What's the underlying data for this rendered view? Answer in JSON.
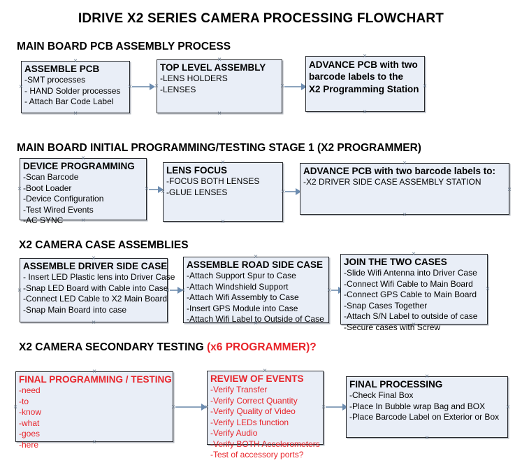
{
  "document": {
    "title": "IDRIVE X2  SERIES CAMERA PROCESSING FLOWCHART",
    "accent_color": "#e8242a",
    "box_fill": "#e9eef7",
    "box_border": "#26282c",
    "arrow_color": "#8ca4bd"
  },
  "sections": [
    {
      "heading": "MAIN BOARD PCB ASSEMBLY PROCESS",
      "heading_accent": "",
      "boxes": [
        {
          "head": "ASSEMBLE PCB",
          "lines": [
            "-SMT processes",
            "- HAND Solder processes",
            "- Attach Bar Code Label"
          ]
        },
        {
          "head": "TOP LEVEL ASSEMBLY",
          "lines": [
            "-LENS HOLDERS",
            "-LENSES"
          ]
        },
        {
          "head": "ADVANCE PCB with two",
          "lines": [
            "barcode labels to the",
            " X2 Programming Station"
          ]
        }
      ]
    },
    {
      "heading": "MAIN BOARD INITIAL PROGRAMMING/TESTING STAGE 1 (X2 PROGRAMMER)",
      "heading_accent": "",
      "boxes": [
        {
          "head": "DEVICE PROGRAMMING",
          "lines": [
            "-Scan Barcode",
            "-Boot Loader",
            "-Device Configuration",
            "-Test Wired Events",
            "-AC SYNC"
          ]
        },
        {
          "head": "LENS FOCUS",
          "lines": [
            "-FOCUS BOTH LENSES",
            "-GLUE LENSES"
          ]
        },
        {
          "head": "ADVANCE PCB with two barcode labels to:",
          "lines": [
            "-X2 DRIVER  SIDE  CASE  ASSEMBLY STATION"
          ]
        }
      ]
    },
    {
      "heading": "X2 CAMERA CASE ASSEMBLIES",
      "heading_accent": "",
      "boxes": [
        {
          "head": "ASSEMBLE DRIVER SIDE CASE",
          "lines": [
            "- Insert LED Plastic lens into Driver Case",
            "-Snap LED Board with Cable into Case",
            "-Connect LED Cable to X2 Main Board",
            "-Snap Main Board into case"
          ]
        },
        {
          "head": "ASSEMBLE ROAD SIDE CASE",
          "lines": [
            "-Attach Support Spur to Case",
            "-Attach Windshield Support",
            "-Attach Wifi Assembly to Case",
            "-Insert GPS Module into Case",
            "-Attach Wifi Label to Outside of Case"
          ]
        },
        {
          "head": "JOIN THE TWO CASES",
          "lines": [
            "-Slide Wifi Antenna into Driver Case",
            "-Connect Wifi Cable to Main Board",
            "-Connect GPS Cable to Main Board",
            "-Snap Cases Together",
            "-Attach S/N Label to outside of case",
            "-Secure cases with Screw"
          ]
        }
      ]
    },
    {
      "heading": "X2 CAMERA SECONDARY TESTING ",
      "heading_accent": "(x6 PROGRAMMER)?",
      "boxes": [
        {
          "head": "FINAL PROGRAMMING / TESTING",
          "lines": [
            "-need",
            "-to",
            "-know",
            "-what",
            "-goes",
            "-here"
          ]
        },
        {
          "head": "REVIEW OF EVENTS",
          "lines": [
            "-Verify Transfer",
            "-Verify Correct Quantity",
            "-Verify Quality of Video",
            "-Verify LEDs function",
            "-Verify Audio",
            "-Verify BOTH Accelerometers",
            "-Test of accessory ports?"
          ]
        },
        {
          "head": "FINAL PROCESSING",
          "lines": [
            " -Check Final Box",
            "-Place In Bubble wrap Bag and BOX",
            "-Place Barcode Label on Exterior or Box"
          ]
        }
      ]
    }
  ]
}
